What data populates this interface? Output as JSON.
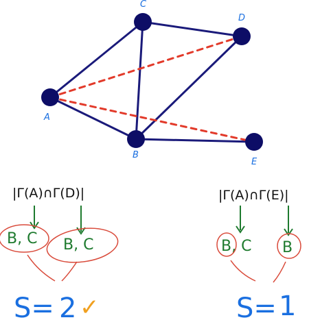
{
  "graph": {
    "nodes": [
      {
        "id": "A",
        "label": "A"
      },
      {
        "id": "B",
        "label": "B"
      },
      {
        "id": "C",
        "label": "C"
      },
      {
        "id": "D",
        "label": "D"
      },
      {
        "id": "E",
        "label": "E"
      }
    ],
    "solid_edges": [
      [
        "A",
        "C"
      ],
      [
        "C",
        "D"
      ],
      [
        "C",
        "B"
      ],
      [
        "A",
        "B"
      ],
      [
        "D",
        "B"
      ],
      [
        "B",
        "E"
      ]
    ],
    "dashed_edges": [
      [
        "A",
        "D"
      ],
      [
        "A",
        "E"
      ]
    ],
    "colors": {
      "node": "#0d0d66",
      "solid_edge": "#1a1a7a",
      "dashed_edge": "#e23a2a"
    }
  },
  "left": {
    "formula": "|Γ(A)∩Γ(D)|",
    "set1": "B, C",
    "set2": "B, C",
    "score_label": "S=",
    "score_value": "2",
    "check": "✓"
  },
  "right": {
    "formula": "|Γ(A)∩Γ(E)|",
    "set1": "B, C",
    "set2": "B",
    "score_label": "S=",
    "score_value": "1"
  },
  "colors": {
    "annotation_green": "#1e7a2e",
    "circle_red": "#d94a3a",
    "score_blue": "#1a6fe0",
    "check_orange": "#f0a020"
  }
}
